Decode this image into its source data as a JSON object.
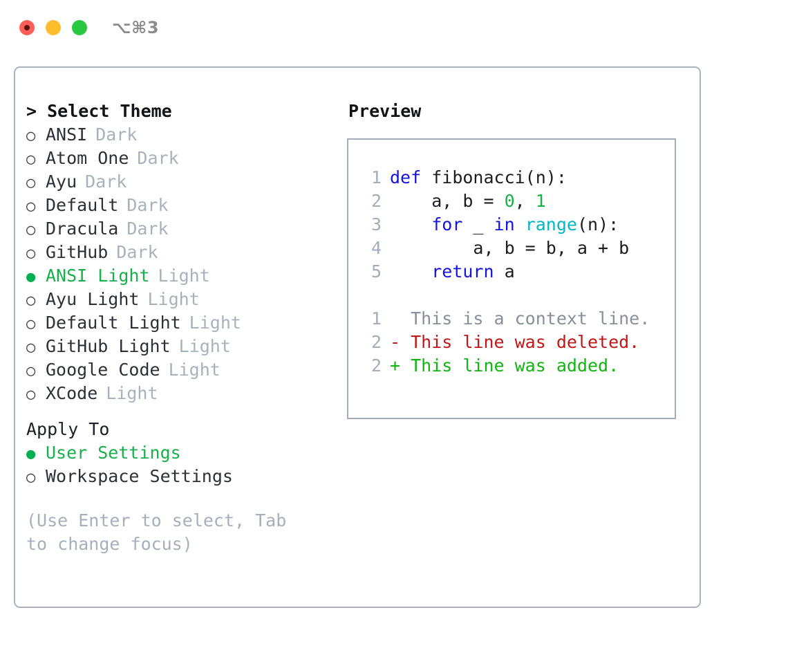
{
  "titlebar": {
    "shortcut": "⌥⌘3",
    "lights": [
      "close-light",
      "minimize-light",
      "zoom-light"
    ]
  },
  "theme_picker": {
    "heading": "> Select Theme",
    "items": [
      {
        "bullet": "○",
        "name": "ANSI",
        "variant": "Dark",
        "selected": false
      },
      {
        "bullet": "○",
        "name": "Atom One",
        "variant": "Dark",
        "selected": false
      },
      {
        "bullet": "○",
        "name": "Ayu",
        "variant": "Dark",
        "selected": false
      },
      {
        "bullet": "○",
        "name": "Default",
        "variant": "Dark",
        "selected": false
      },
      {
        "bullet": "○",
        "name": "Dracula",
        "variant": "Dark",
        "selected": false
      },
      {
        "bullet": "○",
        "name": "GitHub",
        "variant": "Dark",
        "selected": false
      },
      {
        "bullet": "●",
        "name": "ANSI Light",
        "variant": "Light",
        "selected": true
      },
      {
        "bullet": "○",
        "name": "Ayu Light",
        "variant": "Light",
        "selected": false
      },
      {
        "bullet": "○",
        "name": "Default Light",
        "variant": "Light",
        "selected": false
      },
      {
        "bullet": "○",
        "name": "GitHub Light",
        "variant": "Light",
        "selected": false
      },
      {
        "bullet": "○",
        "name": "Google Code",
        "variant": "Light",
        "selected": false
      },
      {
        "bullet": "○",
        "name": "XCode",
        "variant": "Light",
        "selected": false
      }
    ]
  },
  "apply_to": {
    "heading": "Apply To",
    "items": [
      {
        "bullet": "●",
        "name": "User Settings",
        "selected": true
      },
      {
        "bullet": "○",
        "name": "Workspace Settings",
        "selected": false
      }
    ]
  },
  "hint": "(Use Enter to select, Tab to change focus)",
  "preview": {
    "heading": "Preview",
    "code_lines": [
      {
        "num": "1",
        "segments": [
          {
            "text": "def ",
            "kind": "kw"
          },
          {
            "text": "fibonacci(n):",
            "kind": "id"
          }
        ]
      },
      {
        "num": "2",
        "segments": [
          {
            "text": "    a, b = ",
            "kind": "id"
          },
          {
            "text": "0",
            "kind": "num"
          },
          {
            "text": ", ",
            "kind": "id"
          },
          {
            "text": "1",
            "kind": "num"
          }
        ]
      },
      {
        "num": "3",
        "segments": [
          {
            "text": "    ",
            "kind": "id"
          },
          {
            "text": "for",
            "kind": "kw"
          },
          {
            "text": " _ ",
            "kind": "id"
          },
          {
            "text": "in",
            "kind": "kw"
          },
          {
            "text": " ",
            "kind": "id"
          },
          {
            "text": "range",
            "kind": "fn"
          },
          {
            "text": "(n):",
            "kind": "id"
          }
        ]
      },
      {
        "num": "4",
        "segments": [
          {
            "text": "        a, b = b, a + b",
            "kind": "id"
          }
        ]
      },
      {
        "num": "5",
        "segments": [
          {
            "text": "    ",
            "kind": "id"
          },
          {
            "text": "return",
            "kind": "kw"
          },
          {
            "text": " a",
            "kind": "id"
          }
        ]
      }
    ],
    "diff_lines": [
      {
        "num": "1",
        "marker": "  ",
        "text": "This is a context line.",
        "kind": "ctx"
      },
      {
        "num": "2",
        "marker": "- ",
        "text": "This line was deleted.",
        "kind": "del"
      },
      {
        "num": "2",
        "marker": "+ ",
        "text": "This line was added.",
        "kind": "add"
      }
    ]
  },
  "colors": {
    "accent_green": "#17b04a",
    "muted": "#a8b2bd",
    "border": "#a3adbb",
    "keyword": "#1414e0",
    "function": "#00b8c4",
    "number": "#17b04a",
    "diff_add": "#10b510",
    "diff_del": "#c01818"
  }
}
